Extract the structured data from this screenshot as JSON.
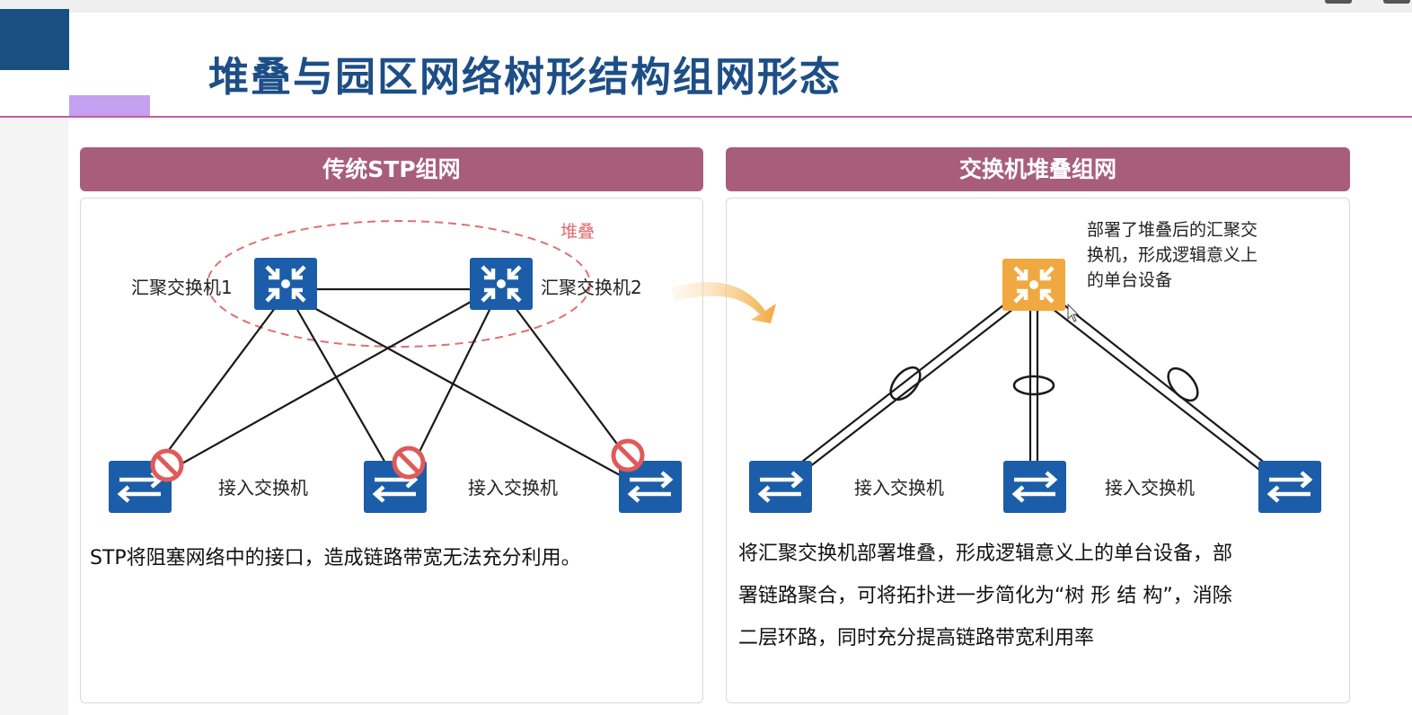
{
  "slide": {
    "title": "堆叠与园区网络树形结构组网形态"
  },
  "left_panel": {
    "header": "传统STP组网",
    "stack_label": "堆叠",
    "agg_switch_1": "汇聚交换机1",
    "agg_switch_2": "汇聚交换机2",
    "access_label_1": "接入交换机",
    "access_label_2": "接入交换机",
    "caption": "STP将阻塞网络中的接口，造成链路带宽无法充分利用。"
  },
  "right_panel": {
    "header": "交换机堆叠组网",
    "note_line_1": "部署了堆叠后的汇聚交",
    "note_line_2": "换机，形成逻辑意义上",
    "note_line_3": "的单台设备",
    "access_label_1": "接入交换机",
    "access_label_2": "接入交换机",
    "caption_line_1": "将汇聚交换机部署堆叠，形成逻辑意义上的单台设备，部",
    "caption_line_2": "署链路聚合，可将拓扑进一步简化为“树 形 结 构”，消除",
    "caption_line_3": "二层环路，同时充分提高链路带宽利用率"
  },
  "icons": {
    "aggregation_switch": "aggregation-switch-icon",
    "access_switch": "access-switch-icon",
    "blocked_port": "blocked-port-icon",
    "transition_arrow": "arrow-icon",
    "link_aggregation": "link-aggregation-icon",
    "cursor": "mouse-cursor-icon"
  },
  "colors": {
    "title": "#1d4e86",
    "accent_dark_blue": "#1a4f82",
    "accent_lilac": "#c59ff0",
    "title_rule": "#c45ba0",
    "panel_header": "#a85e7a",
    "switch_blue": "#1b5da8",
    "stacked_switch": "#f0a840",
    "blocked_red": "#e05a5a",
    "stack_label": "#e06a6a"
  }
}
